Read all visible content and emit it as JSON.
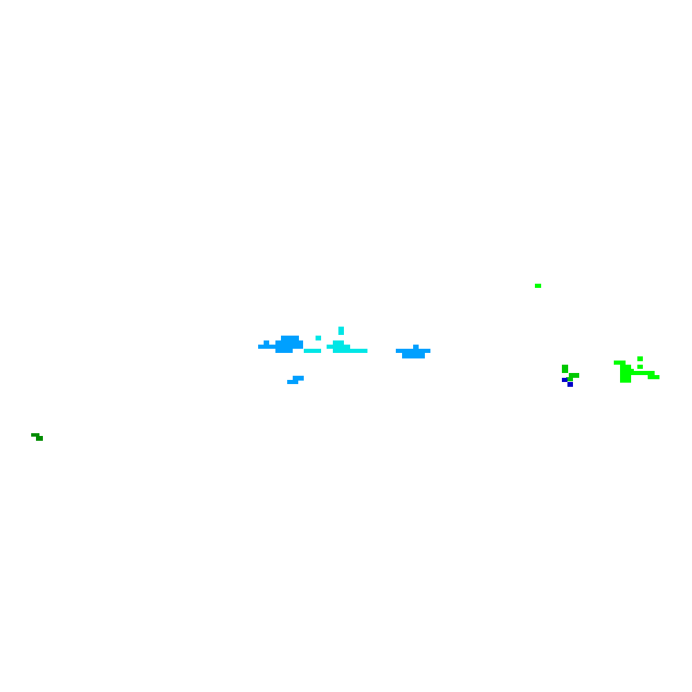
{
  "map": {
    "background": "#ffffff",
    "legend_colors": {
      "light_blue": "#00a0ff",
      "cyan": "#00e6e6",
      "bright_green": "#00ff00",
      "medium_green": "#00c800",
      "dark_green": "#008c00",
      "blue": "#0000c8"
    },
    "cells": [
      {
        "id": "cyan-top",
        "color": "cyan"
      },
      {
        "id": "blue-cluster-left",
        "color": "light_blue"
      },
      {
        "id": "cyan-cluster-center",
        "color": "cyan"
      },
      {
        "id": "blue-cluster-right",
        "color": "light_blue"
      },
      {
        "id": "blue-small-lower",
        "color": "light_blue"
      },
      {
        "id": "green-speck-top-right",
        "color": "bright_green"
      },
      {
        "id": "green-cluster-mid-right",
        "color": "medium_green"
      },
      {
        "id": "blue-speck-mid-right",
        "color": "blue"
      },
      {
        "id": "green-cluster-far-right",
        "color": "bright_green"
      },
      {
        "id": "dark-green-speck-left",
        "color": "dark_green"
      }
    ]
  }
}
